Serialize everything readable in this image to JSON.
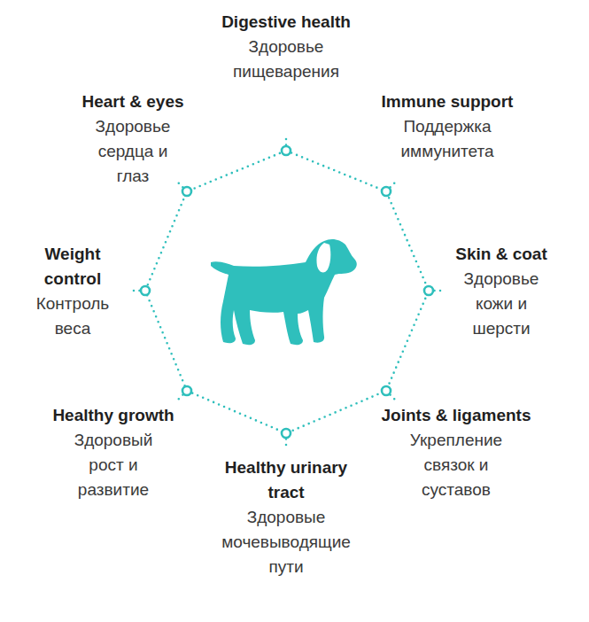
{
  "diagram": {
    "labels": [
      "Digestive health",
      "Здоровье пищеварения",
      "Immune support",
      "Поддержка иммунитета",
      "Skin & coat",
      "Здоровье кожи и шерсти",
      "Joints & ligaments",
      "Укрепление связок и суставов",
      "Healthy urinary tract",
      "Здоровые мочевыводящие пути",
      "Healthy growth",
      "Здоровый рост и развитие",
      "Weight control",
      "Контроль веса",
      "Heart & eyes",
      "Здоровье сердца и глаз"
    ]
  }
}
